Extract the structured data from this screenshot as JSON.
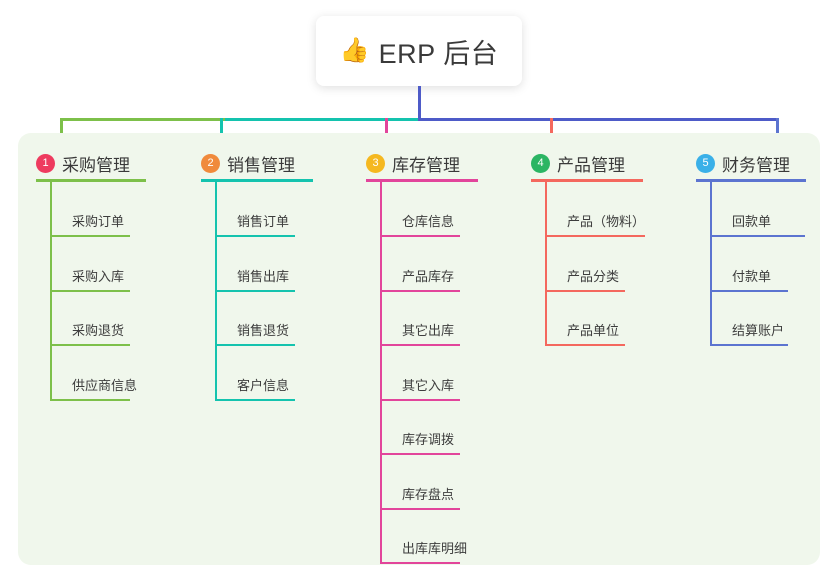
{
  "root": {
    "emoji": "👍",
    "emoji_name": "thumbs-up-emoji",
    "title": "ERP 后台"
  },
  "colors": {
    "panel_bg": "#f0f7ec",
    "page_bg": "#ffffff",
    "trunk": "#4e5bc8",
    "connector_green": "#7dc04a",
    "connector_teal": "#14c3ae",
    "connector_blue": "#4e5bc8",
    "text": "#3a3a3a"
  },
  "branches": [
    {
      "index": "1",
      "label": "采购管理",
      "badge_color": "#ee3b5f",
      "line_color": "#7dc04a",
      "stub_color": "#7dc04a",
      "items": [
        {
          "label": "采购订单"
        },
        {
          "label": "采购入库"
        },
        {
          "label": "采购退货"
        },
        {
          "label": "供应商信息"
        }
      ]
    },
    {
      "index": "2",
      "label": "销售管理",
      "badge_color": "#f08a3c",
      "line_color": "#14c3ae",
      "stub_color": "#14c3ae",
      "items": [
        {
          "label": "销售订单"
        },
        {
          "label": "销售出库"
        },
        {
          "label": "销售退货"
        },
        {
          "label": "客户信息"
        }
      ]
    },
    {
      "index": "3",
      "label": "库存管理",
      "badge_color": "#f5b820",
      "line_color": "#e2459b",
      "stub_color": "#e2459b",
      "items": [
        {
          "label": "仓库信息"
        },
        {
          "label": "产品库存"
        },
        {
          "label": "其它出库"
        },
        {
          "label": "其它入库"
        },
        {
          "label": "库存调拨"
        },
        {
          "label": "库存盘点"
        },
        {
          "label": "出库库明细"
        }
      ]
    },
    {
      "index": "4",
      "label": "产品管理",
      "badge_color": "#2bb563",
      "line_color": "#f4685e",
      "stub_color": "#f4685e",
      "items": [
        {
          "label": "产品（物料）"
        },
        {
          "label": "产品分类"
        },
        {
          "label": "产品单位"
        }
      ]
    },
    {
      "index": "5",
      "label": "财务管理",
      "badge_color": "#3ab0e8",
      "line_color": "#5c74d0",
      "stub_color": "#5c74d0",
      "items": [
        {
          "label": "回款单"
        },
        {
          "label": "付款单"
        },
        {
          "label": "结算账户"
        }
      ]
    }
  ]
}
